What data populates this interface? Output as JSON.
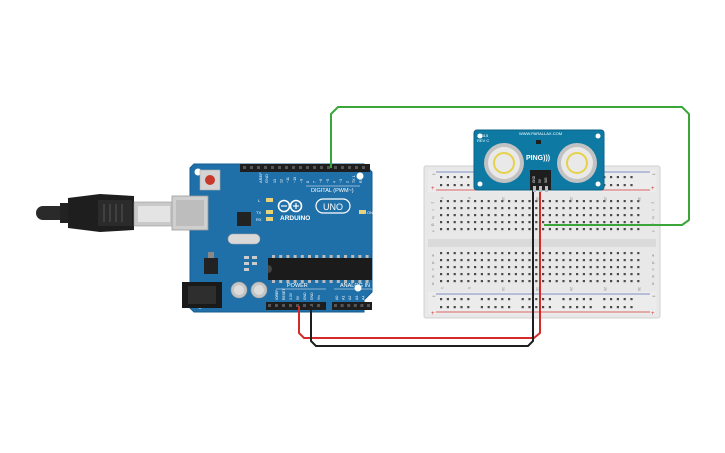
{
  "arduino": {
    "brand_text": "ARDUINO",
    "model_text": "UNO",
    "digital_header": "DIGITAL (PWM~)",
    "power_header": "POWER",
    "analog_header": "ANALOG IN",
    "led_l": "L",
    "led_tx": "TX",
    "led_rx": "RX",
    "led_on": "ON",
    "aref": "AREF",
    "gnd": "GND",
    "digital_pins": [
      "13",
      "12",
      "~11",
      "~10",
      "~9",
      "8",
      "7",
      "~6",
      "~5",
      "4",
      "~3",
      "2",
      "TX 1",
      "RX 0"
    ],
    "power_pins": [
      "IOREF",
      "RESET",
      "3.3V",
      "5V",
      "GND",
      "GND",
      "Vin"
    ],
    "analog_pins": [
      "A0",
      "A1",
      "A2",
      "A3",
      "A4",
      "A5"
    ]
  },
  "sensor": {
    "model": "28015",
    "rev": "REV C",
    "url": "WWW.PARALLAX.COM",
    "name": "PING)))",
    "pins": [
      "GND",
      "5V",
      "SIG"
    ]
  },
  "breadboard": {
    "rows_top": [
      "j",
      "i",
      "h",
      "g",
      "f"
    ],
    "rows_bottom": [
      "e",
      "d",
      "c",
      "b",
      "a"
    ],
    "col_labels": [
      "1",
      "5",
      "10",
      "15",
      "20",
      "25",
      "30"
    ]
  },
  "colors": {
    "board": "#1f6fa8",
    "board_dark": "#155a8a",
    "sensor_board": "#0e7aa3",
    "wire_green": "#3aa63a",
    "wire_red": "#d42a2a",
    "wire_black": "#1e1e1e",
    "rail_red": "#d43a3a",
    "breadboard": "#e8e8e8"
  }
}
